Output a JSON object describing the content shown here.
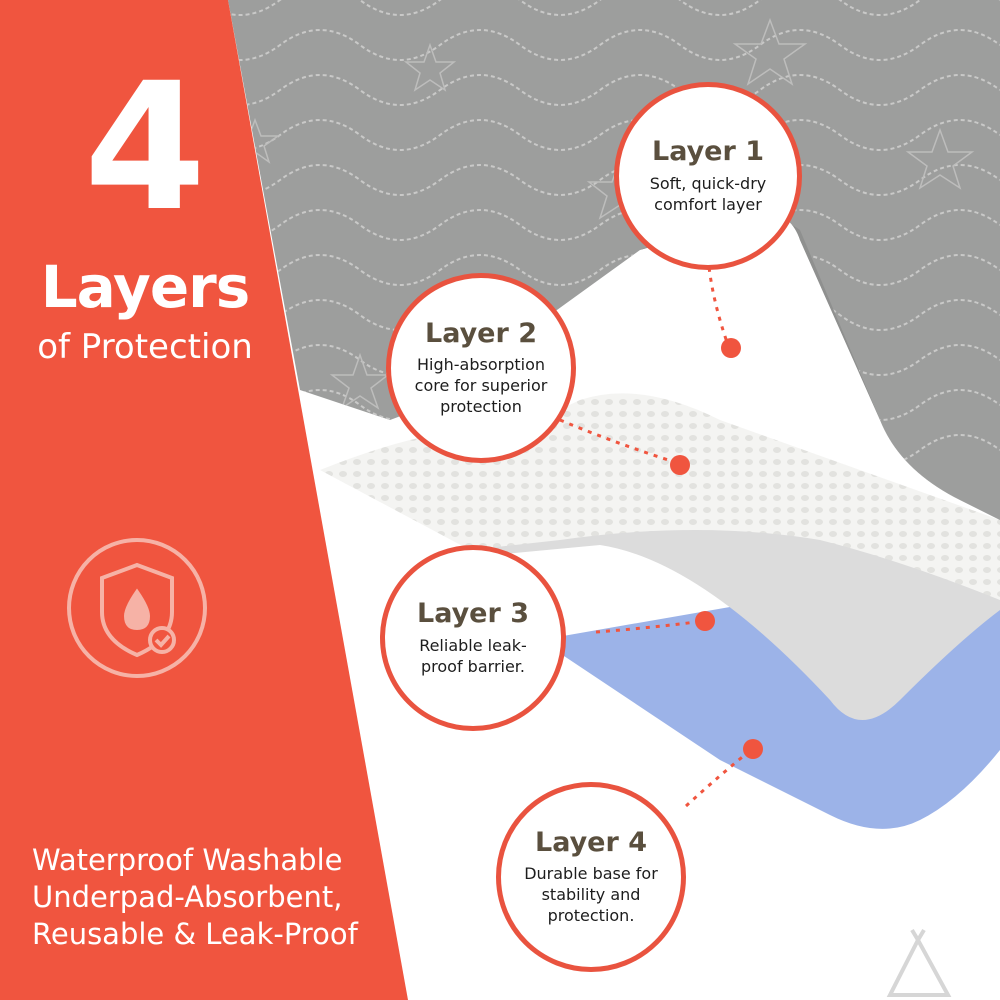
{
  "headline": {
    "number": "4",
    "word": "Layers",
    "subword": "of Protection"
  },
  "tagline": {
    "line1": "Waterproof Washable",
    "line2": "Underpad-Absorbent,",
    "line3": "Reusable & Leak-Proof"
  },
  "callouts": [
    {
      "title": "Layer 1",
      "desc": "Soft, quick-dry comfort layer"
    },
    {
      "title": "Layer 2",
      "desc": "High-absorption core for superior protection"
    },
    {
      "title": "Layer 3",
      "desc": "Reliable leak-proof barrier."
    },
    {
      "title": "Layer 4",
      "desc": "Durable base for stability and protection."
    }
  ],
  "icons": {
    "badge": "shield-water-drop-check-icon",
    "watermark": "tent-icon"
  },
  "colors": {
    "accent": "#f0553f",
    "top_fabric": "#9d9e9d",
    "absorbent_core": "#f5f5f3",
    "barrier": "#dcdcdc",
    "base": "#9cb3e8",
    "title_text": "#5a4f3e"
  }
}
